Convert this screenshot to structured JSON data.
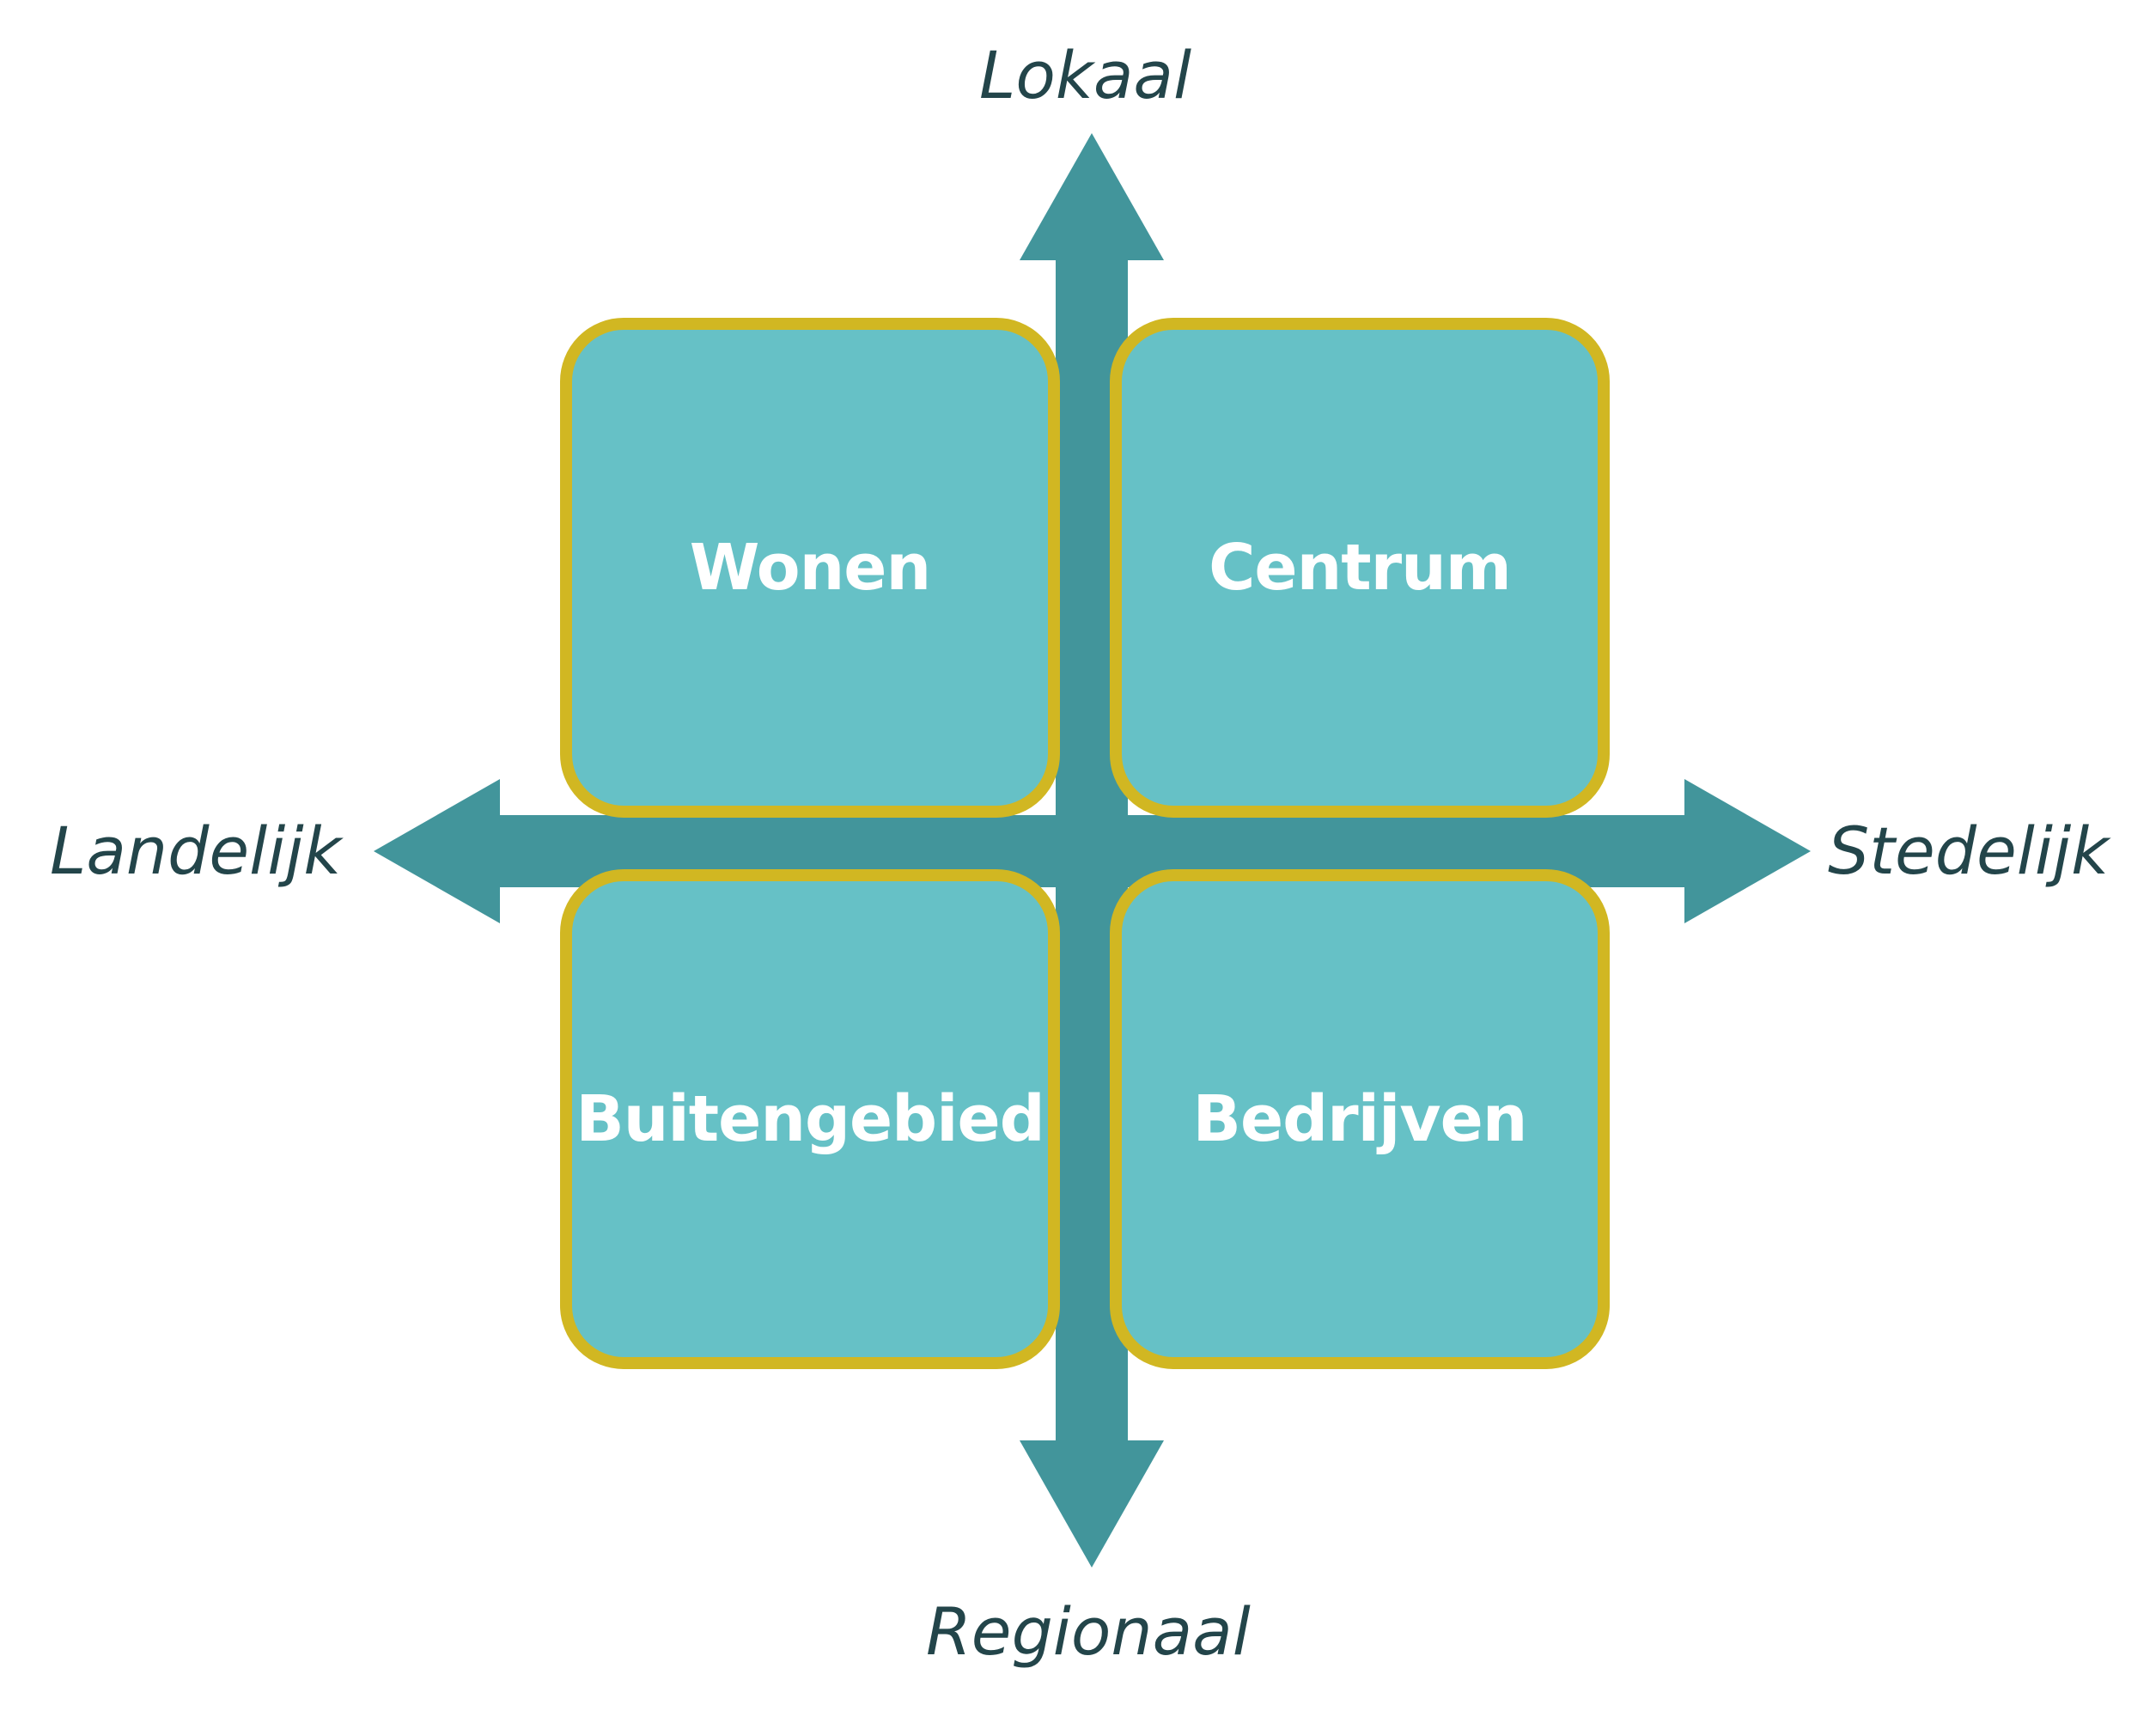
{
  "axes": {
    "top": "Lokaal",
    "bottom": "Regionaal",
    "left": "Landelijk",
    "right": "Stedelijk"
  },
  "quadrants": [
    "Wonen",
    "Centrum",
    "Buitengebied",
    "Bedrijven"
  ],
  "colors": {
    "arrow": "#42959b",
    "box_fill": "#66c1c6",
    "box_border": "#d1b722",
    "axis_text": "#23454a",
    "box_text": "#ffffff"
  }
}
